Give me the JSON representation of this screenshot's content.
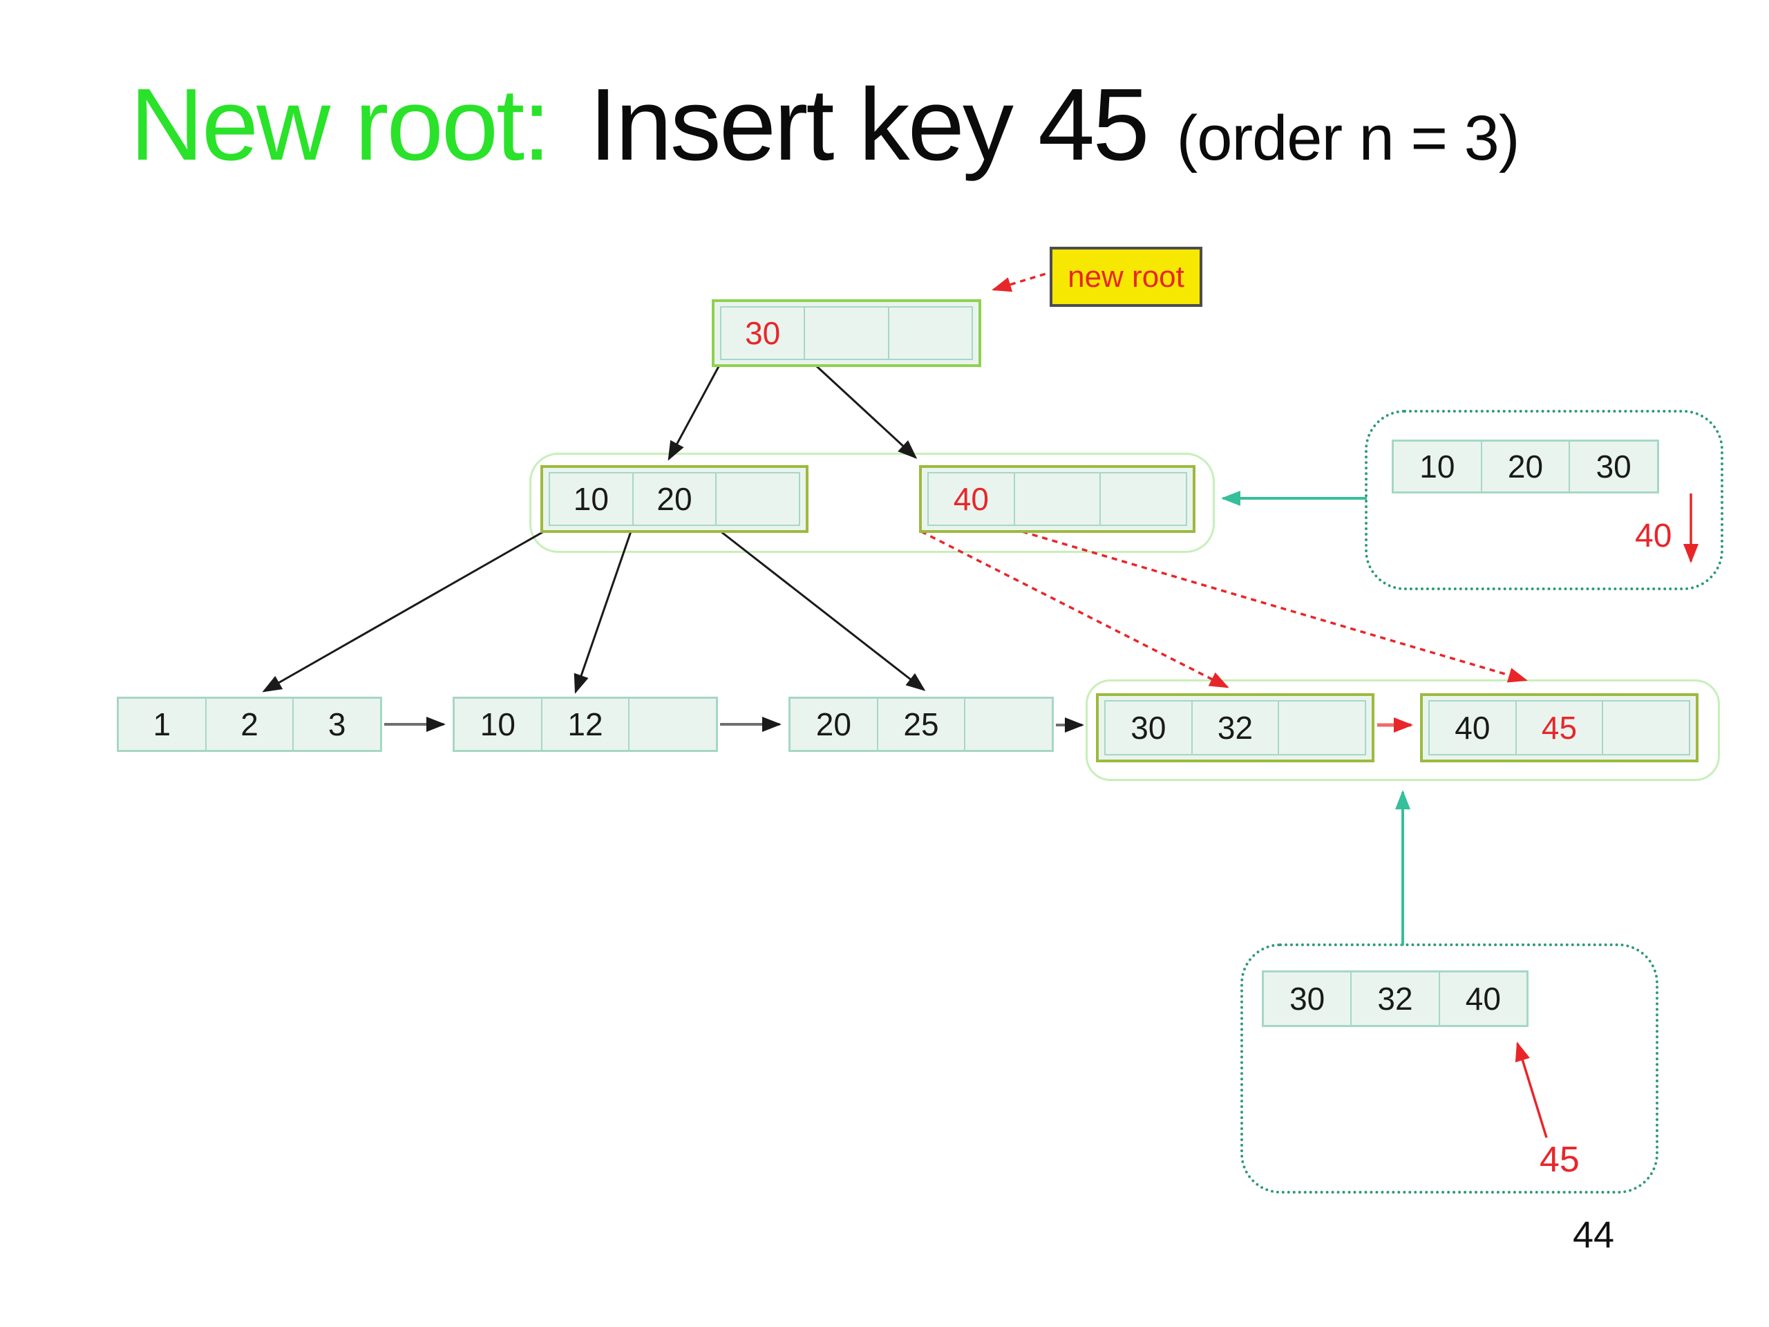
{
  "title": {
    "highlight": "New root:",
    "main": "Insert key 45",
    "suffix": "(order n = 3)"
  },
  "callout": {
    "label": "new root"
  },
  "tree": {
    "root": {
      "keys": [
        "30",
        "",
        ""
      ]
    },
    "internal_left": {
      "keys": [
        "10",
        "20",
        ""
      ]
    },
    "internal_right": {
      "keys": [
        "40",
        "",
        ""
      ]
    },
    "leaf_1": {
      "keys": [
        "1",
        "2",
        "3"
      ]
    },
    "leaf_2": {
      "keys": [
        "10",
        "12",
        ""
      ]
    },
    "leaf_3": {
      "keys": [
        "20",
        "25",
        ""
      ]
    },
    "leaf_4": {
      "keys": [
        "30",
        "32",
        ""
      ]
    },
    "leaf_5": {
      "keys": [
        "40",
        "45",
        ""
      ]
    }
  },
  "insets": {
    "top_right": {
      "keys": [
        "10",
        "20",
        "30"
      ],
      "annotation": "40"
    },
    "bottom_right": {
      "keys": [
        "30",
        "32",
        "40"
      ],
      "annotation": "45"
    }
  },
  "page_number": "44",
  "colors": {
    "title_green": "#2ae22a",
    "node_fill": "#eaf4ef",
    "teal_border": "#a6d7c6",
    "olive_border": "#9cba3e",
    "root_border": "#8ed24e",
    "group_border": "#c7efba",
    "dotted_border": "#2e9b72",
    "teal_arrow": "#35bf9a",
    "red": "#e8262a",
    "pink_red": "#f06a6a",
    "yellow_fill": "#f6e800",
    "callout_border": "#4d4d4d"
  }
}
